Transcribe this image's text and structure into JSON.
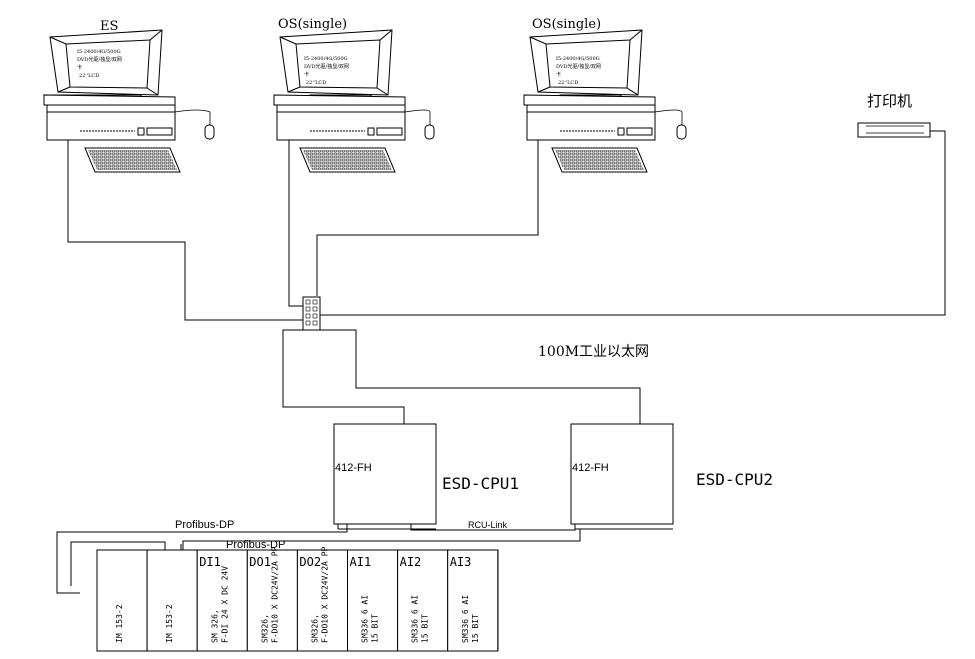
{
  "workstations": [
    {
      "title": "ES",
      "spec_lines": [
        "I5-2400/4G/500G",
        "DVD光驱/独显/双网",
        "卡",
        "22''LCD"
      ]
    },
    {
      "title": "OS(single)",
      "spec_lines": [
        "I5-2400/4G/500G",
        "DVD光驱/独显/双网",
        "卡",
        "22''LCD"
      ]
    },
    {
      "title": "OS(single)",
      "spec_lines": [
        "I5-2400/4G/500G",
        "DVD光驱/独显/双网",
        "卡",
        "22''LCD"
      ]
    }
  ],
  "printer_label": "打印机",
  "network_label": "100M工业以太网",
  "cpus": [
    {
      "model": "412-FH",
      "name": "ESD-CPU1"
    },
    {
      "model": "412-FH",
      "name": "ESD-CPU2"
    }
  ],
  "bus_labels": {
    "profibus_1": "Profibus-DP",
    "profibus_2": "Profibus-DP",
    "rcu_link": "RCU-Link"
  },
  "io_modules": [
    {
      "tag": "",
      "lines": [
        "IM 153-2"
      ]
    },
    {
      "tag": "",
      "lines": [
        "IM 153-2"
      ]
    },
    {
      "tag": "DI1",
      "lines": [
        "SM 326,",
        "F-DI 24 X DC 24V"
      ]
    },
    {
      "tag": "DO1",
      "lines": [
        "SM326,",
        "F-DO10 X DC24V/2A PP"
      ]
    },
    {
      "tag": "DO2",
      "lines": [
        "SM326,",
        "F-DO10 X DC24V/2A PP"
      ]
    },
    {
      "tag": "AI1",
      "lines": [
        "SM336 6 AI",
        "15 BIT"
      ]
    },
    {
      "tag": "AI2",
      "lines": [
        "SM336 6 AI",
        "15 BIT"
      ]
    },
    {
      "tag": "AI3",
      "lines": [
        "SM336 6 AI",
        "15 BIT"
      ]
    }
  ]
}
